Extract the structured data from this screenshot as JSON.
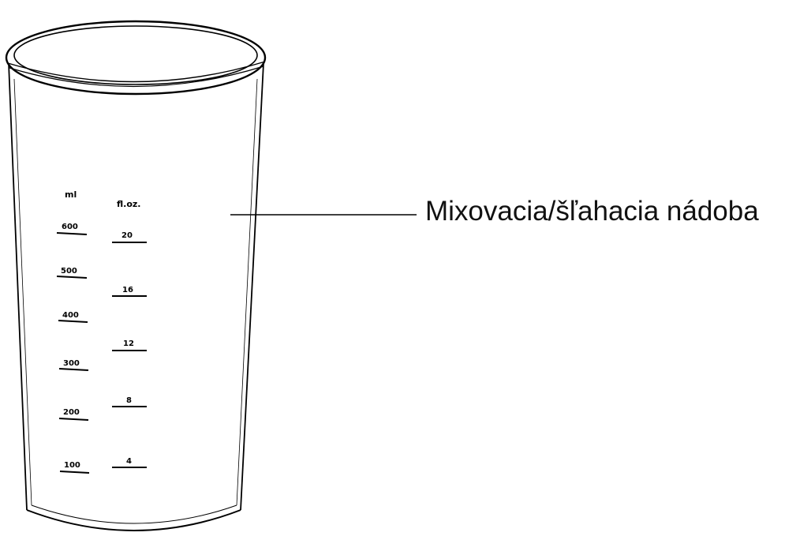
{
  "callout": {
    "label": "Mixovacia/šľahacia nádoba"
  },
  "scale": {
    "ml_header": "ml",
    "floz_header": "fl.oz.",
    "ml_marks": [
      "600",
      "500",
      "400",
      "300",
      "200",
      "100"
    ],
    "floz_marks": [
      "20",
      "16",
      "12",
      "8",
      "4"
    ]
  }
}
